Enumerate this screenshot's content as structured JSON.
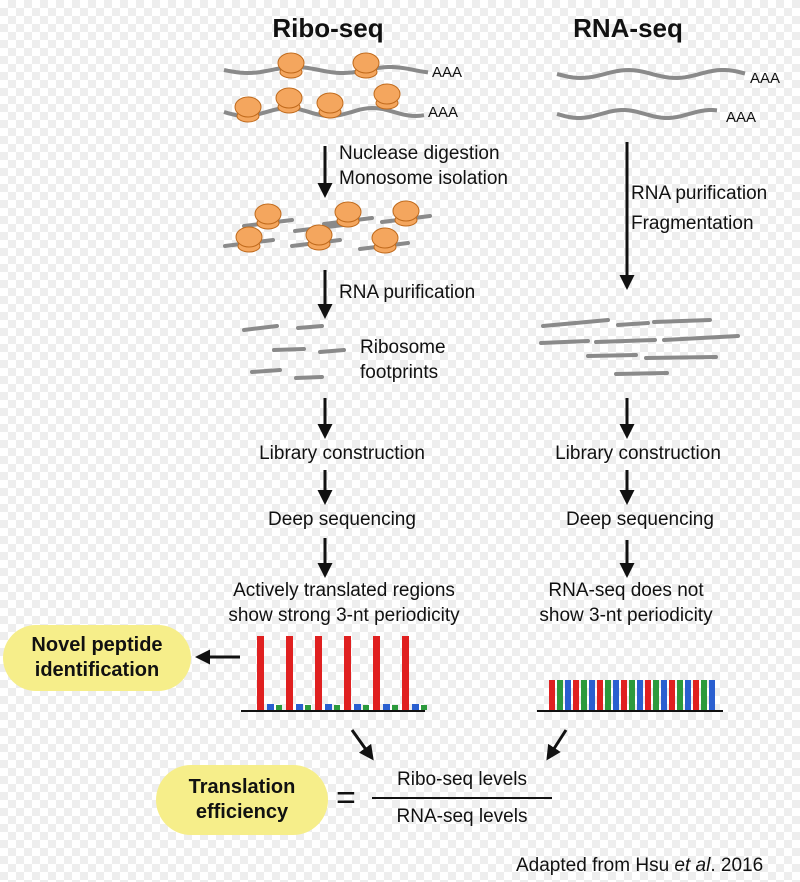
{
  "titles": {
    "ribo": "Ribo-seq",
    "rna": "RNA-seq"
  },
  "polyA": "AAA",
  "ribo_steps": {
    "nuclease": "Nuclease digestion",
    "monosome": "Monosome isolation",
    "rna_purification": "RNA purification",
    "footprints_line1": "Ribosome",
    "footprints_line2": "footprints",
    "library": "Library construction",
    "deep_seq": "Deep sequencing",
    "result_line1": "Actively translated regions",
    "result_line2": "show strong 3-nt periodicity"
  },
  "rna_steps": {
    "rna_purification": "RNA purification",
    "fragmentation": "Fragmentation",
    "library": "Library construction",
    "deep_seq": "Deep sequencing",
    "result_line1": "RNA-seq does not",
    "result_line2": "show 3-nt periodicity"
  },
  "novel_peptide": {
    "line1": "Novel peptide",
    "line2": "identification"
  },
  "translation_efficiency": {
    "line1": "Translation",
    "line2": "efficiency"
  },
  "equation": {
    "equals": "=",
    "numerator": "Ribo-seq levels",
    "denominator": "RNA-seq levels"
  },
  "citation": {
    "prefix": "Adapted from Hsu ",
    "etal": "et al",
    "suffix": ". 2016"
  },
  "colors": {
    "ribosome": "#f4a65e",
    "ribosome_stroke": "#c06a1c",
    "strand": "#8a8a8a",
    "red_bar": "#e02020",
    "blue_bar": "#2a5fd0",
    "green_bar": "#2c9a3c",
    "bubble": "#f6ee8a"
  }
}
